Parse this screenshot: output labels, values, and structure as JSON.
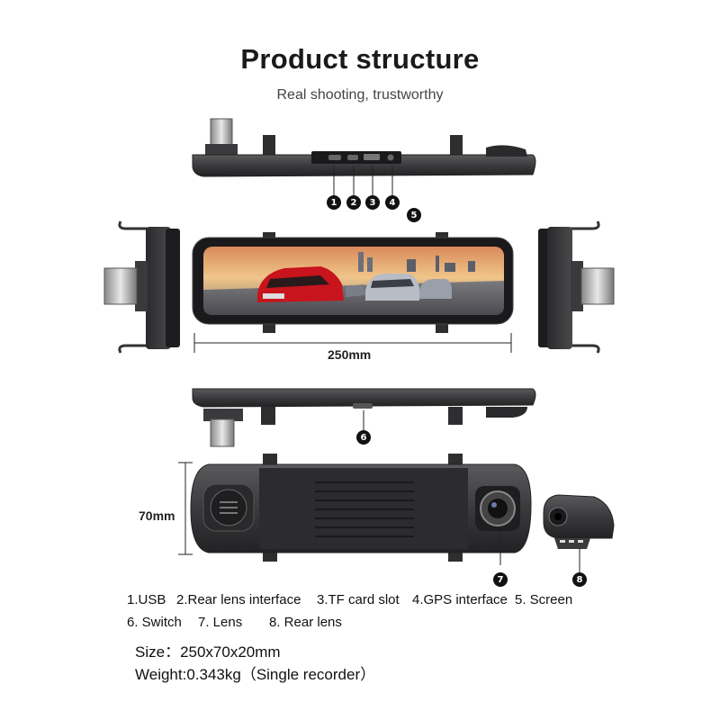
{
  "header": {
    "title": "Product structure",
    "subtitle": "Real shooting, trustworthy"
  },
  "callouts": [
    "1",
    "2",
    "3",
    "4",
    "5",
    "6",
    "7",
    "8"
  ],
  "dimensions": {
    "width_label": "250mm",
    "height_label": "70mm"
  },
  "legend": {
    "line1": [
      "1.USB",
      "2.Rear lens interface",
      "3.TF card slot",
      "4.GPS interface",
      "5. Screen"
    ],
    "line2": [
      "6. Switch",
      "7. Lens",
      "8. Rear lens"
    ]
  },
  "specs": {
    "size": "Size：250x70x20mm",
    "weight": "Weight:0.343kg（Single recorder）"
  },
  "colors": {
    "device_body": "#3a3a3c",
    "device_dark": "#1f1f21",
    "callout": "#111111",
    "car_red": "#c8141c"
  }
}
